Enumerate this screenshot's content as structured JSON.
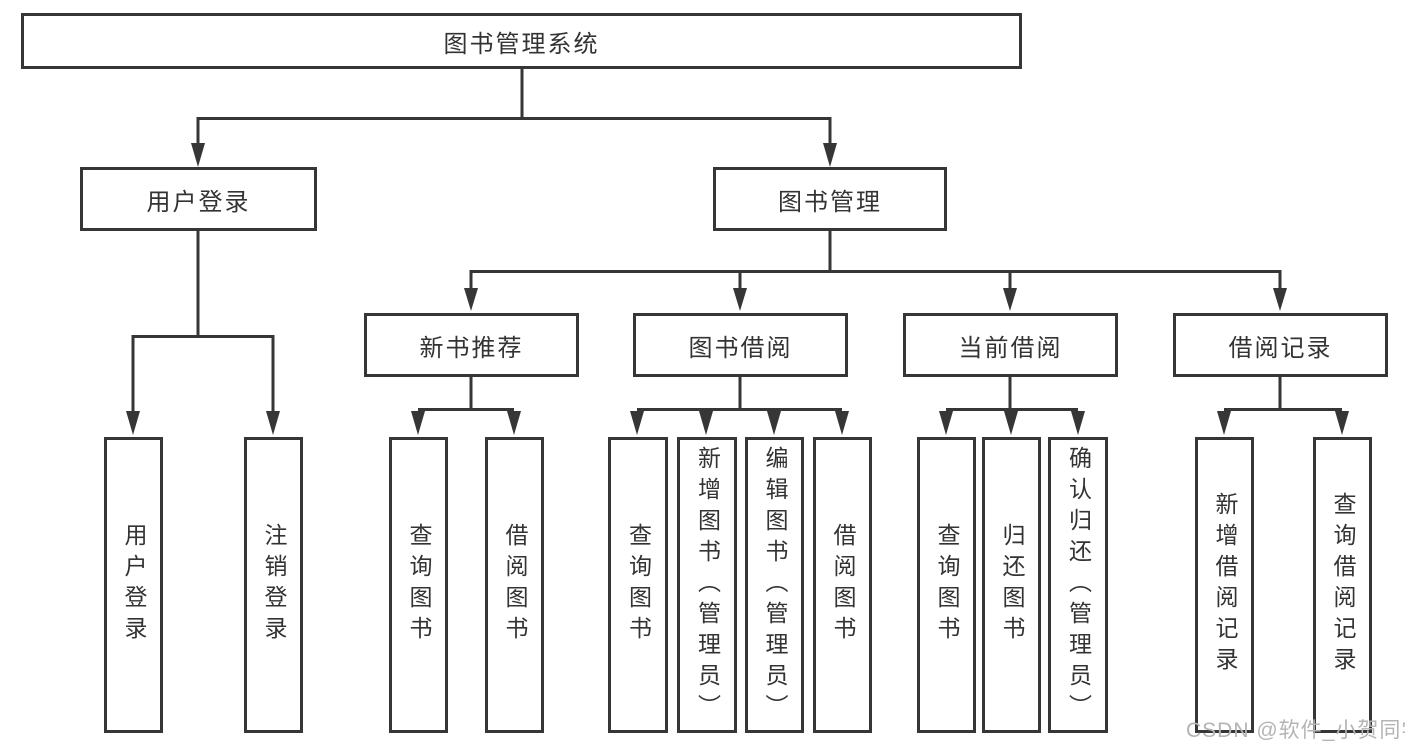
{
  "tree": {
    "label": "图书管理系统",
    "children": [
      {
        "label": "用户登录",
        "children": [
          {
            "label": "用户登录"
          },
          {
            "label": "注销登录"
          }
        ]
      },
      {
        "label": "图书管理",
        "children": [
          {
            "label": "新书推荐",
            "children": [
              {
                "label": "查询图书"
              },
              {
                "label": "借阅图书"
              }
            ]
          },
          {
            "label": "图书借阅",
            "children": [
              {
                "label": "查询图书"
              },
              {
                "label": "新增图书（管理员）"
              },
              {
                "label": "编辑图书（管理员）"
              },
              {
                "label": "借阅图书"
              }
            ]
          },
          {
            "label": "当前借阅",
            "children": [
              {
                "label": "查询图书"
              },
              {
                "label": "归还图书"
              },
              {
                "label": "确认归还（管理员）"
              }
            ]
          },
          {
            "label": "借阅记录",
            "children": [
              {
                "label": "新增借阅记录"
              },
              {
                "label": "查询借阅记录"
              }
            ]
          }
        ]
      }
    ]
  },
  "watermark": {
    "text": "CSDN @软件_小贺同学"
  },
  "colors": {
    "line": "#363636",
    "box_border": "#363636",
    "text": "#333333",
    "watermark": "#b4b4b4",
    "background": "#ffffff"
  }
}
